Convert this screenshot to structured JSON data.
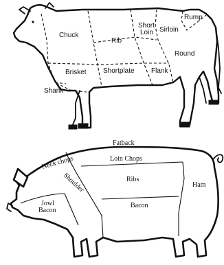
{
  "cow": {
    "cuts": {
      "chuck": "Chuck",
      "rib": "Rib",
      "short_loin_1": "Short",
      "short_loin_2": "Loin",
      "sirloin": "Sirloin",
      "rump": "Rump",
      "round": "Round",
      "brisket": "Brisket",
      "shortplate": "Shortplate",
      "flank": "Flank",
      "shank": "Shank"
    }
  },
  "pig": {
    "cuts": {
      "fatback": "Fatback",
      "neck_chops": "Neck chops",
      "loin_chops": "Loin Chops",
      "shoulder": "Shoulder",
      "ribs": "Ribs",
      "ham": "Ham",
      "jowl_1": "Jowl",
      "jowl_2": "Bacon",
      "bacon": "Bacon"
    }
  }
}
